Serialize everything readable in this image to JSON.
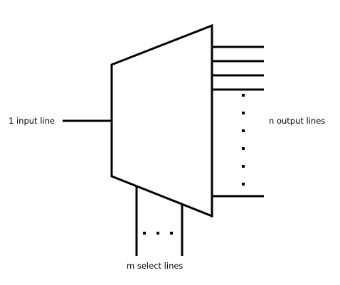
{
  "labels": {
    "input": "1 input line",
    "outputs": "n output lines",
    "selects": "m select lines"
  },
  "colors": {
    "stroke": "#000000",
    "background": "#ffffff"
  }
}
